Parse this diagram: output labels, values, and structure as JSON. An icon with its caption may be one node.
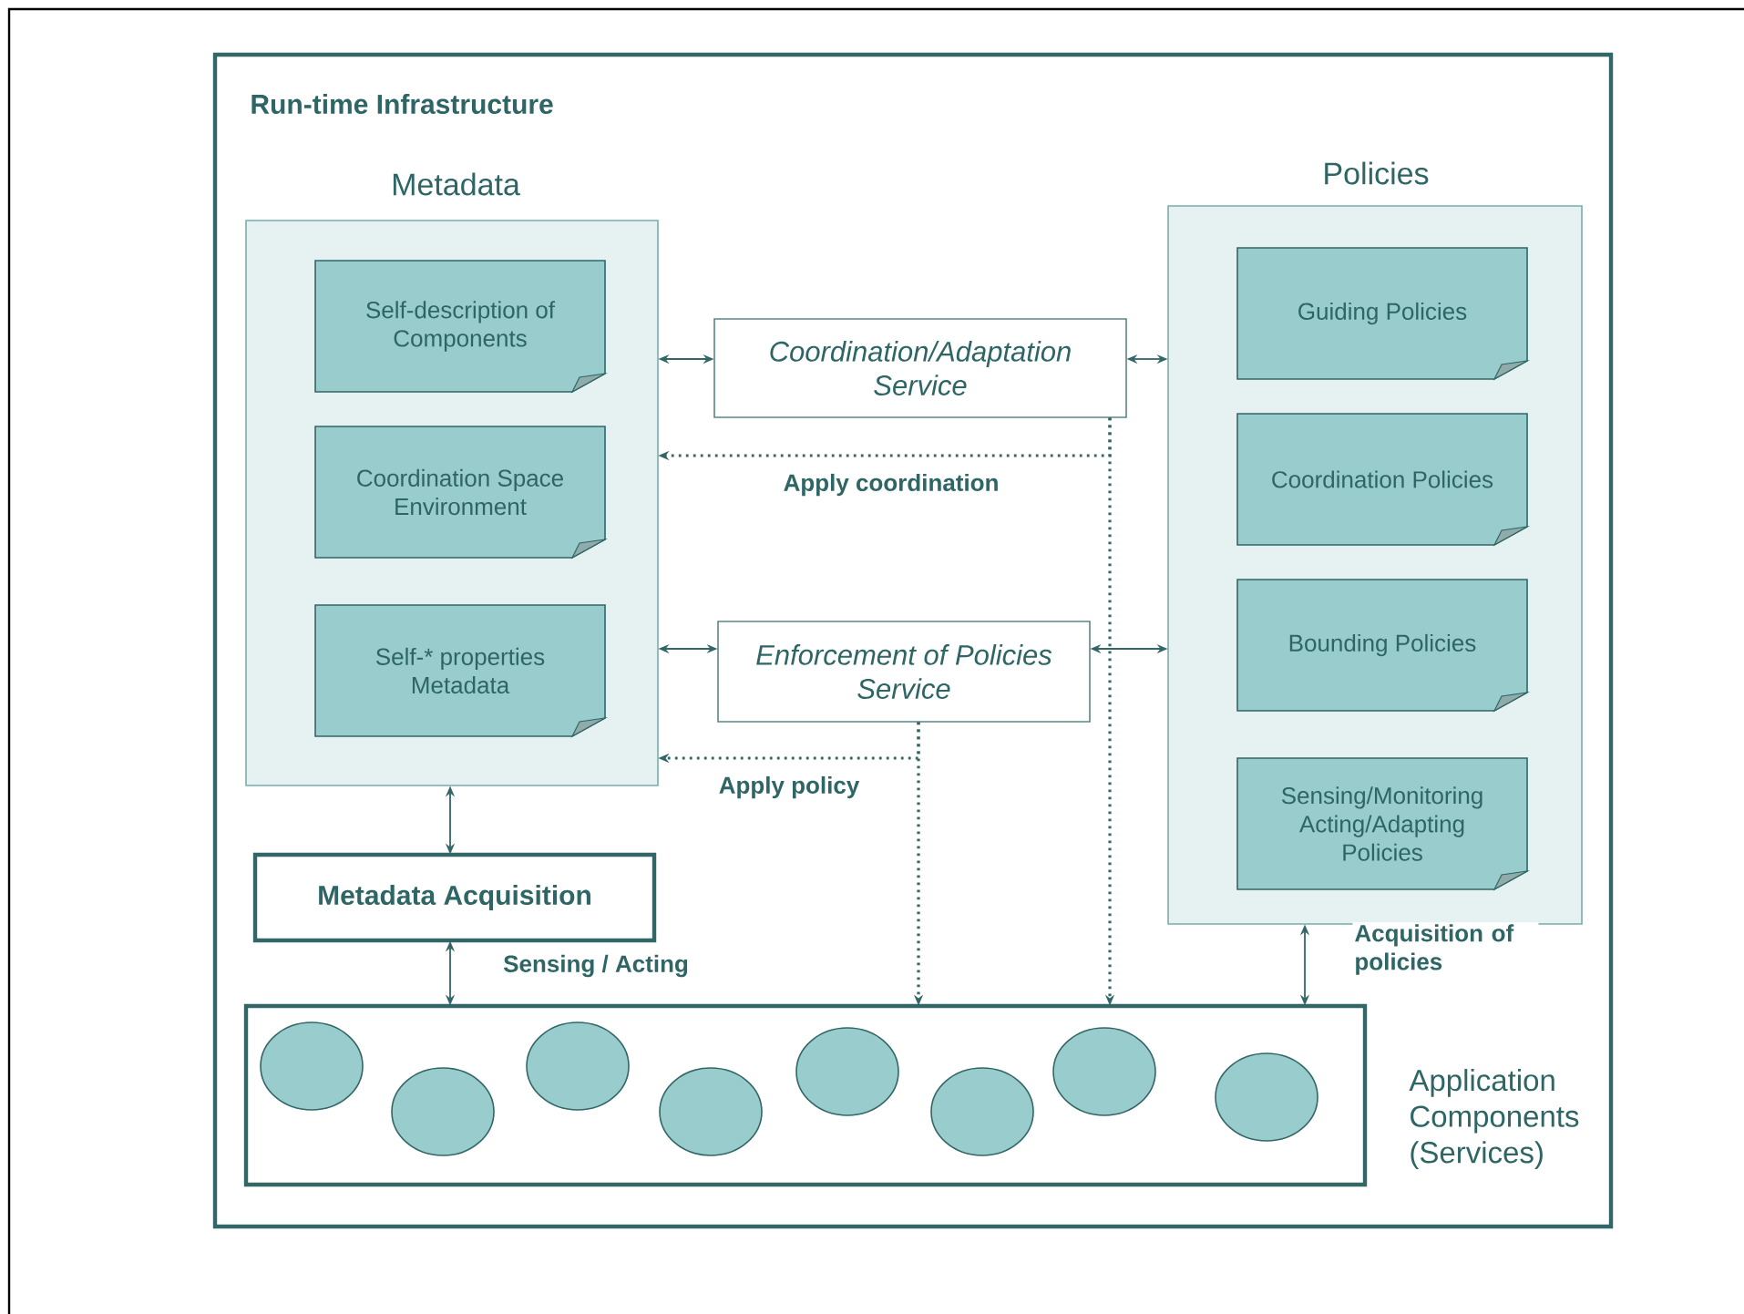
{
  "diagram": {
    "nodes": [
      {
        "text": [
          "Run-time Infrastructure"
        ]
      },
      {
        "text": [
          "Metadata"
        ],
        "in": 0
      },
      {
        "text": [
          "Self-description of Components"
        ],
        "in": 1
      },
      {
        "text": [
          "Coordination Space Environment"
        ],
        "in": 1
      },
      {
        "text": [
          "Self-* properties Metadata"
        ],
        "in": 1
      },
      {
        "text": [
          "Coordination/Adaptation Service"
        ],
        "in": 0
      },
      {
        "text": [
          "Enforcement of Policies Service"
        ],
        "in": 0
      },
      {
        "text": [
          "Policies"
        ],
        "in": 0
      },
      {
        "text": [
          "Guiding Policies"
        ],
        "in": 7
      },
      {
        "text": [
          "Coordination Policies"
        ],
        "in": 7
      },
      {
        "text": [
          "Bounding Policies"
        ],
        "in": 7
      },
      {
        "text": [
          "Sensing/Monitoring Acting/Adapting Policies"
        ],
        "in": 7
      },
      {
        "text": [
          "Metadata Acquisition"
        ],
        "in": 0
      },
      {
        "text": [
          "Application Components (Services)"
        ],
        "in": 0
      },
      {
        "text": [],
        "shape": "circle",
        "in": 13
      },
      {
        "text": [],
        "shape": "circle",
        "in": 13
      },
      {
        "text": [],
        "shape": "circle",
        "in": 13
      },
      {
        "text": [],
        "shape": "circle",
        "in": 13
      },
      {
        "text": [],
        "shape": "circle",
        "in": 13
      },
      {
        "text": [],
        "shape": "circle",
        "in": 13
      },
      {
        "text": [],
        "shape": "circle",
        "in": 13
      },
      {
        "text": [],
        "shape": "circle",
        "in": 13
      }
    ],
    "edges": [
      {
        "from": 5,
        "to": 1,
        "arrow": "both"
      },
      {
        "from": 5,
        "to": 7,
        "arrow": "both"
      },
      {
        "from": 5,
        "to": 1,
        "arrow": "to",
        "style": "dashed",
        "label": "Apply coordination"
      },
      {
        "from": 5,
        "to": 13,
        "arrow": "to",
        "style": "dashed"
      },
      {
        "from": 6,
        "to": 1,
        "arrow": "both"
      },
      {
        "from": 6,
        "to": 7,
        "arrow": "both"
      },
      {
        "from": 6,
        "to": 1,
        "arrow": "to",
        "style": "dashed",
        "label": "Apply policy"
      },
      {
        "from": 6,
        "to": 13,
        "arrow": "to",
        "style": "dashed"
      },
      {
        "from": 1,
        "to": 12,
        "arrow": "both"
      },
      {
        "from": 12,
        "to": 13,
        "arrow": "both",
        "label": "Sensing / Acting"
      },
      {
        "from": 7,
        "to": 13,
        "arrow": "both",
        "label": "Acquisition of policies"
      }
    ]
  }
}
